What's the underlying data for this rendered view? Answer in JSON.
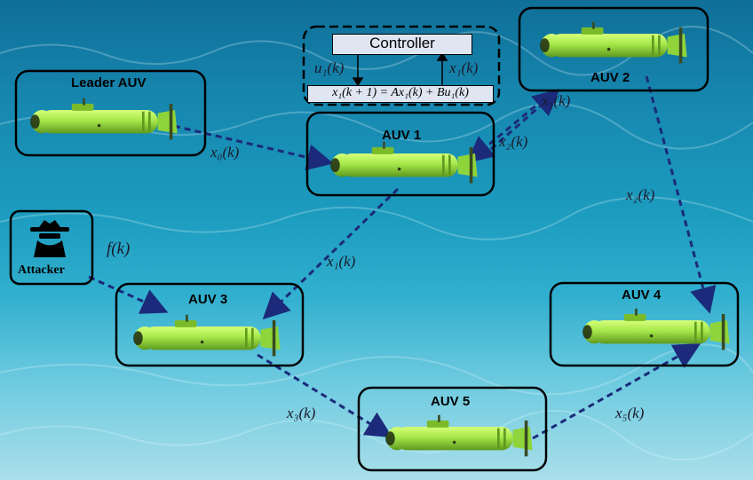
{
  "nodes": {
    "leader": {
      "label": "Leader AUV"
    },
    "auv1": {
      "label": "AUV 1"
    },
    "auv2": {
      "label": "AUV 2"
    },
    "auv3": {
      "label": "AUV 3"
    },
    "auv4": {
      "label": "AUV 4"
    },
    "auv5": {
      "label": "AUV 5"
    }
  },
  "controller": {
    "title": "Controller",
    "equation": "x₁(k + 1) = Ax₁(k) + Bu₁(k)",
    "input_label": "u₁(k)",
    "feedback_label": "x₁(k)"
  },
  "attacker": {
    "label": "Attacker",
    "signal": "f(k)"
  },
  "edges": {
    "leader_to_auv1": "x₀(k)",
    "auv1_to_auv2": "x₁(k)",
    "auv2_to_auv1": "x₂(k)",
    "auv1_to_auv3": "x₁(k)",
    "auv2_to_auv4": "x₂(k)",
    "auv3_to_auv5": "x₃(k)",
    "auv5_to_auv4": "x₅(k)"
  },
  "colors": {
    "arrow": "#1b2a7a",
    "vehicle": "#a6e84a",
    "frame": "#000000"
  }
}
